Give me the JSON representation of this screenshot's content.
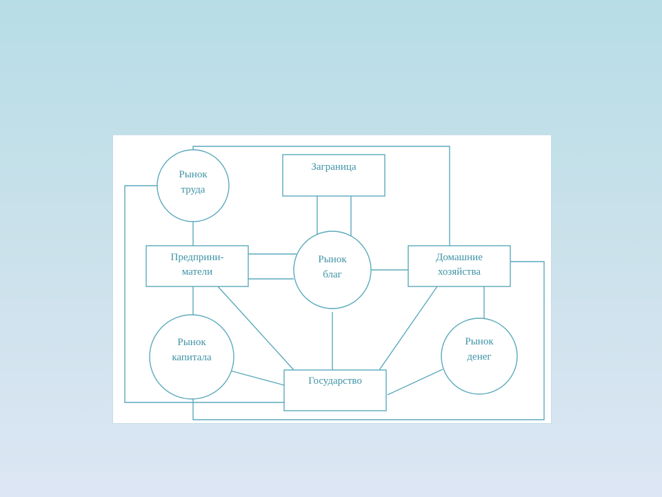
{
  "diagram": {
    "nodes": {
      "labor_market": {
        "line1": "Рынок",
        "line2": "труда"
      },
      "abroad": {
        "line1": "Заграница"
      },
      "entrepreneurs": {
        "line1": "Предприни-",
        "line2": "матели"
      },
      "goods_market": {
        "line1": "Рынок",
        "line2": "благ"
      },
      "households": {
        "line1": "Домашние",
        "line2": "хозяйства"
      },
      "capital_market": {
        "line1": "Рынок",
        "line2": "капитала"
      },
      "state": {
        "line1": "Государство"
      },
      "money_market": {
        "line1": "Рынок",
        "line2": "денег"
      }
    },
    "connections": [
      [
        "labor_market",
        "entrepreneurs"
      ],
      [
        "labor_market",
        "households"
      ],
      [
        "labor_market",
        "state"
      ],
      [
        "abroad",
        "goods_market"
      ],
      [
        "entrepreneurs",
        "goods_market"
      ],
      [
        "entrepreneurs",
        "capital_market"
      ],
      [
        "entrepreneurs",
        "state"
      ],
      [
        "goods_market",
        "households"
      ],
      [
        "goods_market",
        "state"
      ],
      [
        "households",
        "state"
      ],
      [
        "households",
        "money_market"
      ],
      [
        "households",
        "capital_market"
      ],
      [
        "capital_market",
        "state"
      ],
      [
        "money_market",
        "state"
      ]
    ],
    "colors": {
      "line": "#5aa9bc",
      "text": "#3f93a6",
      "background": "#ffffff"
    }
  }
}
